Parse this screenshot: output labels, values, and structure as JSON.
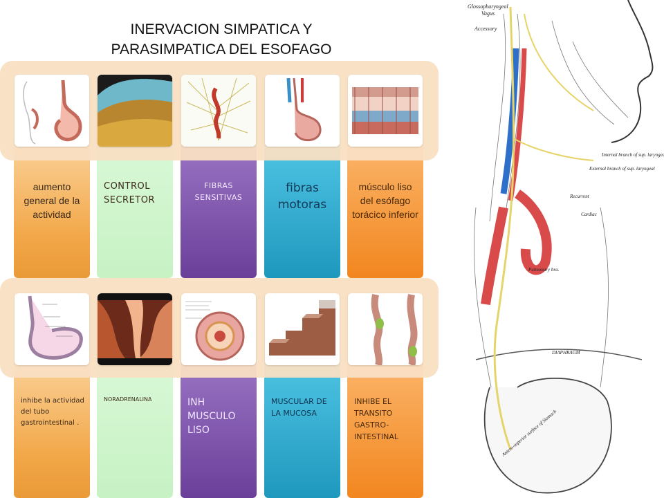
{
  "title": {
    "line1": "INERVACION SIMPATICA Y",
    "line2": "PARASIMPATICA DEL ESOFAGO"
  },
  "row1": [
    {
      "text": "aumento general de la actividad",
      "image": "stomach-diagram-icon"
    },
    {
      "text": "CONTROL SECRETOR",
      "image": "tissue-micrograph-icon"
    },
    {
      "text": "FIBRAS SENSITIVAS",
      "image": "nerve-plexus-icon"
    },
    {
      "text": "fibras motoras",
      "image": "esophagus-stomach-icon"
    },
    {
      "text": "músculo liso del esófago torácico inferior",
      "image": "mucosa-layers-icon"
    }
  ],
  "row2": [
    {
      "text": "inhibe la actividad del tubo gastrointestinal .",
      "image": "esophagus-diagram-icon"
    },
    {
      "text": "NORADRENALINA",
      "image": "canyon-photo-icon"
    },
    {
      "text": "INH MUSCULO LISO",
      "image": "gut-brain-cross-section-icon"
    },
    {
      "text": "MUSCULAR DE LA MUCOSA",
      "image": "muscle-layers-icon"
    },
    {
      "text": "INHIBE EL TRANSITO GASTRO-INTESTINAL",
      "image": "peristalsis-diagram-icon"
    }
  ],
  "illustration": {
    "labels": [
      "Glossopharyngeal",
      "Vagus",
      "Accessory",
      "Internal branch of sup. laryngeal",
      "External branch of sup. laryngeal",
      "Recurrent",
      "Cardiac",
      "Pulmonary bra.",
      "DIAPHRAGM",
      "Antero-superior surface of Stomach"
    ]
  },
  "colors": {
    "band": "#f9dfc3",
    "card_orange": "#f2a748",
    "card_green": "#c7f2c4",
    "card_purple": "#6a3f99",
    "card_blue": "#1f98be",
    "card_orange2": "#f2861f",
    "nerve": "#e6d46a",
    "artery": "#d94b4b",
    "vein": "#2e6fc9"
  }
}
